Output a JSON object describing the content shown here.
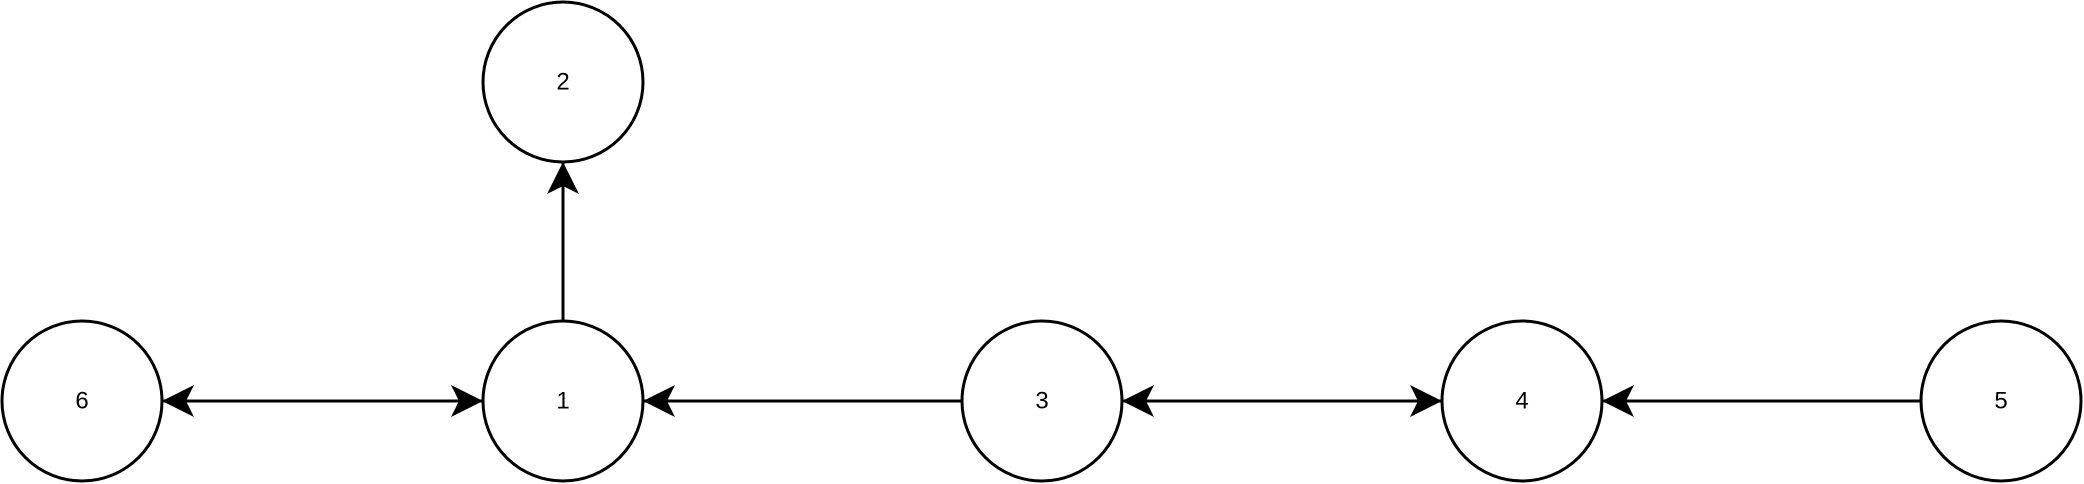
{
  "diagram": {
    "nodes": [
      {
        "id": "1",
        "label": "1"
      },
      {
        "id": "2",
        "label": "2"
      },
      {
        "id": "3",
        "label": "3"
      },
      {
        "id": "4",
        "label": "4"
      },
      {
        "id": "5",
        "label": "5"
      },
      {
        "id": "6",
        "label": "6"
      }
    ],
    "edges": [
      {
        "from": "1",
        "to": "2",
        "direction": "forward"
      },
      {
        "from": "6",
        "to": "1",
        "direction": "both"
      },
      {
        "from": "3",
        "to": "1",
        "direction": "forward"
      },
      {
        "from": "3",
        "to": "4",
        "direction": "both"
      },
      {
        "from": "5",
        "to": "4",
        "direction": "forward"
      }
    ],
    "colors": {
      "stroke": "#000000",
      "fill": "#ffffff",
      "background": "#ffffff"
    }
  }
}
